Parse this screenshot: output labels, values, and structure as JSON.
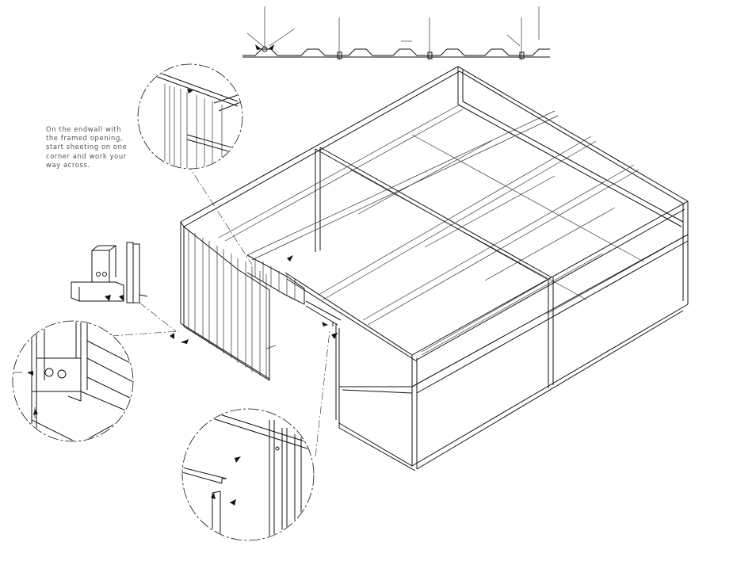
{
  "note": {
    "lines": [
      "On the endwall with",
      "the framed opening,",
      "start sheeting on one",
      "corner and work your",
      "way across."
    ]
  },
  "colors": {
    "line": "#111111",
    "background": "#ffffff",
    "note_text": "#555555"
  }
}
